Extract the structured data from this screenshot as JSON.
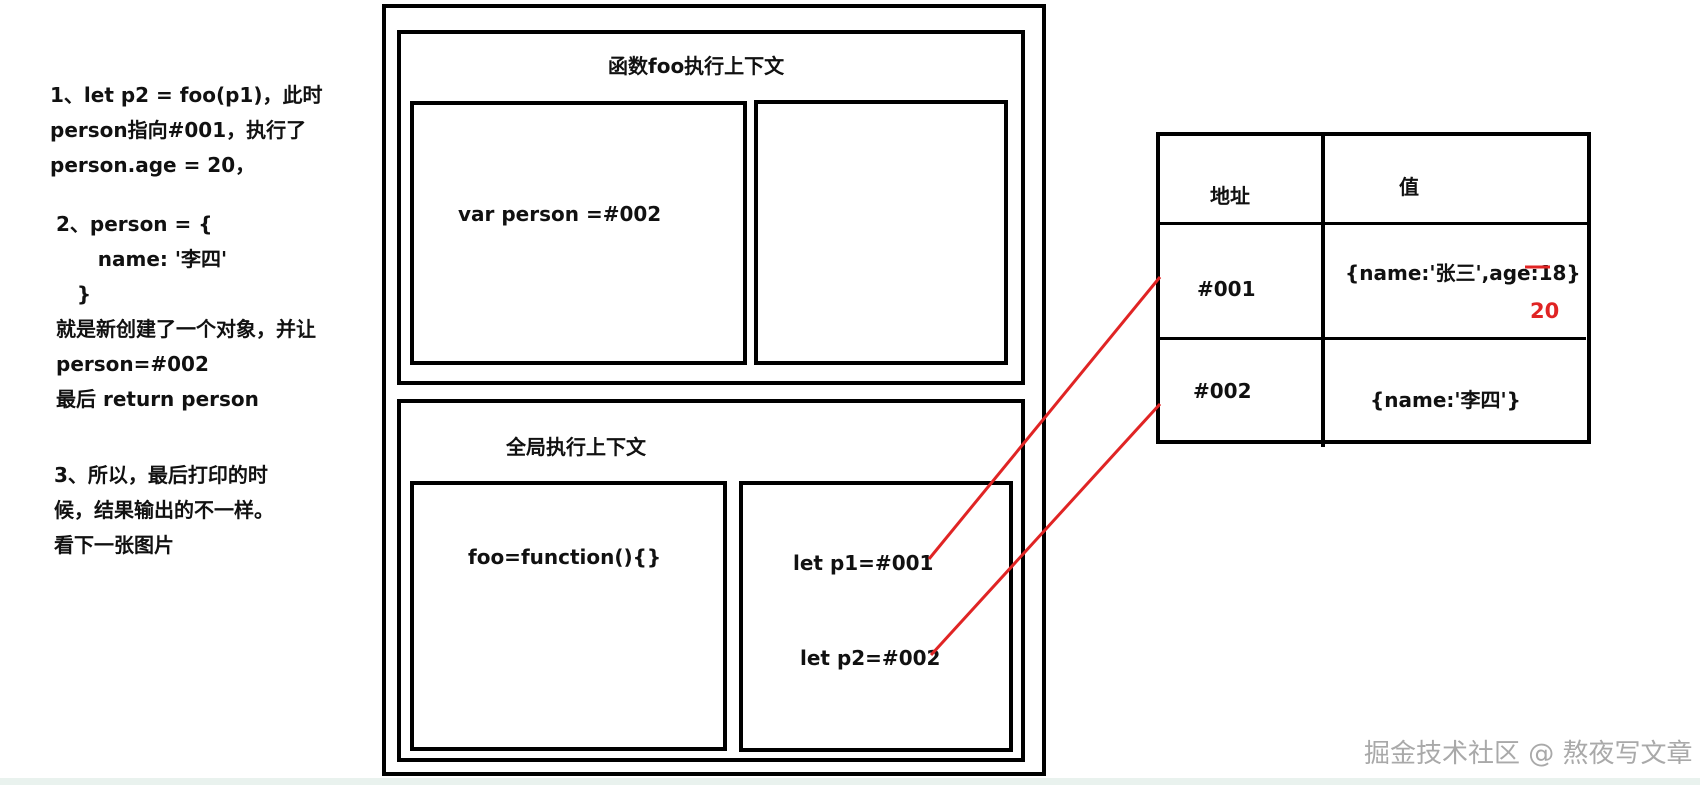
{
  "notes": {
    "step1": "1、let p2 = foo(p1)，此时\nperson指向#001，执行了\nperson.age = 20，",
    "step2": "2、person = {\n      name: '李四'\n   }\n就是新创建了一个对象，并让\nperson=#002\n最后 return person",
    "step3": "3、所以，最后打印的时\n候，结果输出的不一样。\n看下一张图片"
  },
  "foo_context": {
    "title": "函数foo执行上下文",
    "var_person": "var person =#002"
  },
  "global_context": {
    "title": "全局执行上下文",
    "foo_def": "foo=function(){}",
    "p1": "let p1=#001",
    "p2": "let p2=#002"
  },
  "memory_table": {
    "header_address": "地址",
    "header_value": "值",
    "rows": [
      {
        "address": "#001",
        "value": "{name:'张三',age:18}",
        "new_age": "20"
      },
      {
        "address": "#002",
        "value": "{name:'李四'}"
      }
    ]
  },
  "colors": {
    "arrow": "#e02424",
    "border": "#000000"
  },
  "watermark": "掘金技术社区 @ 熬夜写文章"
}
